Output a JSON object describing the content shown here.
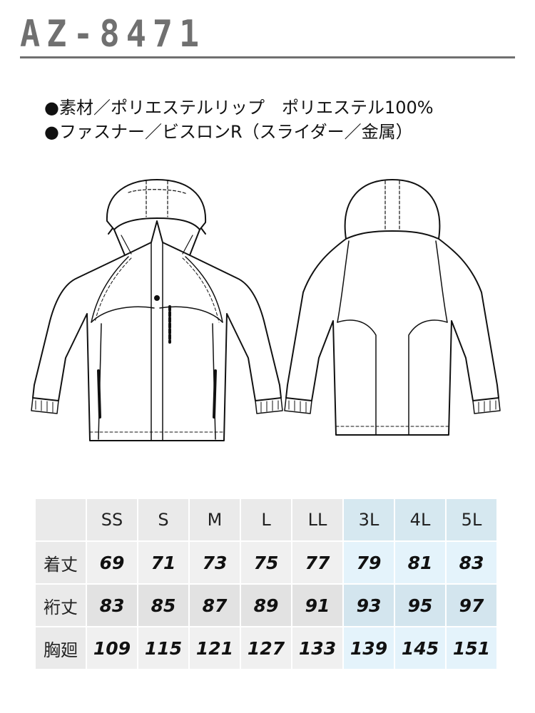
{
  "model": "AZ-8471",
  "specs": [
    "●素材／ポリエステルリップ　ポリエステル100%",
    "●ファスナー／ビスロンR（スライダー／金属）"
  ],
  "illustrations": {
    "front": "jacket-front-drawing",
    "back": "jacket-back-drawing"
  },
  "size_table": {
    "sizes": [
      "SS",
      "S",
      "M",
      "L",
      "LL",
      "3L",
      "4L",
      "5L"
    ],
    "rows": [
      {
        "label": "着丈",
        "values": [
          "69",
          "71",
          "73",
          "75",
          "77",
          "79",
          "81",
          "83"
        ]
      },
      {
        "label": "裄丈",
        "values": [
          "83",
          "85",
          "87",
          "89",
          "91",
          "93",
          "95",
          "97"
        ]
      },
      {
        "label": "胸廻",
        "values": [
          "109",
          "115",
          "121",
          "127",
          "133",
          "139",
          "145",
          "151"
        ]
      }
    ]
  },
  "colors": {
    "title_gray": "#707070",
    "header_gray": "#eaeaea",
    "big_size_blue": "#d6e8f0"
  }
}
